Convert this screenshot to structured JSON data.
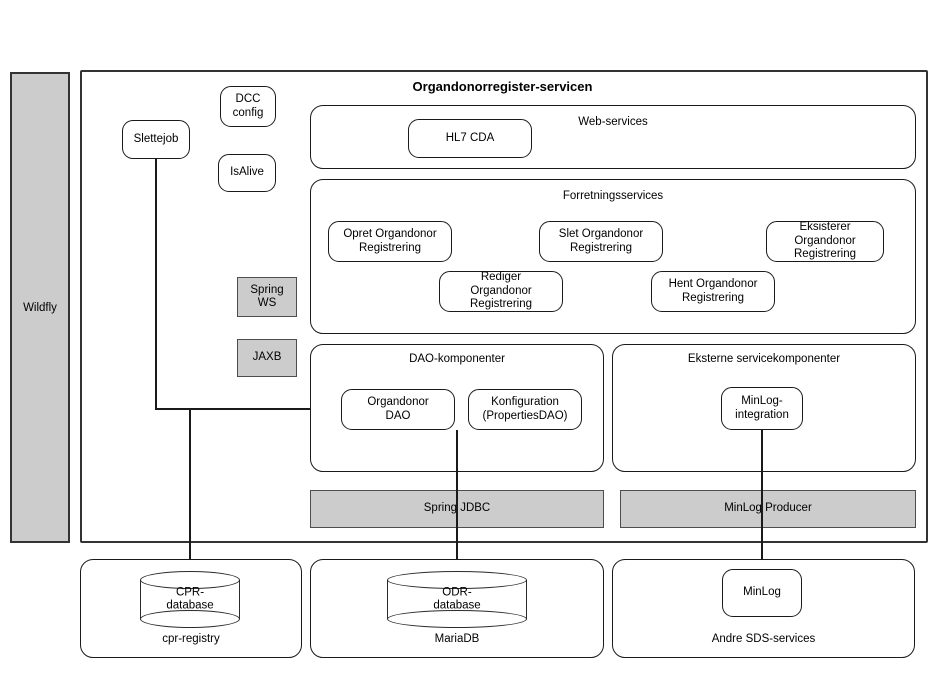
{
  "diagram": {
    "title": "Organdonorregister-servicen",
    "platform": {
      "label": "Wildfly"
    }
  },
  "standalone_nodes": [
    {
      "name": "slettejob",
      "label": "Slettejob"
    },
    {
      "name": "dcc-config",
      "label": "DCC\nconfig"
    },
    {
      "name": "isalive",
      "label": "IsAlive"
    }
  ],
  "tech_blocks": [
    {
      "name": "spring-ws",
      "label": "Spring\nWS"
    },
    {
      "name": "jaxb",
      "label": "JAXB"
    },
    {
      "name": "spring-jdbc",
      "label": "Spring JDBC"
    },
    {
      "name": "minlog-producer",
      "label": "MinLog Producer"
    }
  ],
  "layers": {
    "web_services": {
      "title": "Web-services",
      "nodes": [
        {
          "name": "hl7-cda",
          "label": "HL7 CDA"
        }
      ]
    },
    "business_services": {
      "title": "Forretningsservices",
      "nodes": [
        {
          "name": "opret-organdonor-registrering",
          "label": "Opret Organdonor\nRegistrering"
        },
        {
          "name": "slet-organdonor-registrering",
          "label": "Slet Organdonor\nRegistrering"
        },
        {
          "name": "eksisterer-organdonor-registrering",
          "label": "Eksisterer\nOrgandonor\nRegistrering"
        },
        {
          "name": "rediger-organdonor-registrering",
          "label": "Rediger\nOrgandonor\nRegistrering"
        },
        {
          "name": "hent-organdonor-registrering",
          "label": "Hent Organdonor\nRegistrering"
        }
      ]
    },
    "dao_components": {
      "title": "DAO-komponenter",
      "nodes": [
        {
          "name": "organdonor-dao",
          "label": "Organdonor\nDAO"
        },
        {
          "name": "konfiguration-dao",
          "label": "Konfiguration\n(PropertiesDAO)"
        }
      ]
    },
    "external_components": {
      "title": "Eksterne servicekomponenter",
      "nodes": [
        {
          "name": "minlog-integration",
          "label": "MinLog-\nintegration"
        }
      ]
    }
  },
  "external_systems": [
    {
      "name": "cpr-registry",
      "env_label": "cpr-registry",
      "node": {
        "name": "cpr-database",
        "label": "CPR-\ndatabase",
        "shape": "cylinder"
      }
    },
    {
      "name": "mariadb",
      "env_label": "MariaDB",
      "node": {
        "name": "odr-database",
        "label": "ODR-\ndatabase",
        "shape": "cylinder"
      }
    },
    {
      "name": "andre-sds-services",
      "env_label": "Andre SDS-services",
      "node": {
        "name": "minlog",
        "label": "MinLog",
        "shape": "rounded-box"
      }
    }
  ],
  "colors": {
    "background": "#ffffff",
    "stroke": "#1a1a1a",
    "frame_stroke": "#333333",
    "grey_fill": "#cccccc",
    "grey_stroke": "#4d4d4d"
  }
}
